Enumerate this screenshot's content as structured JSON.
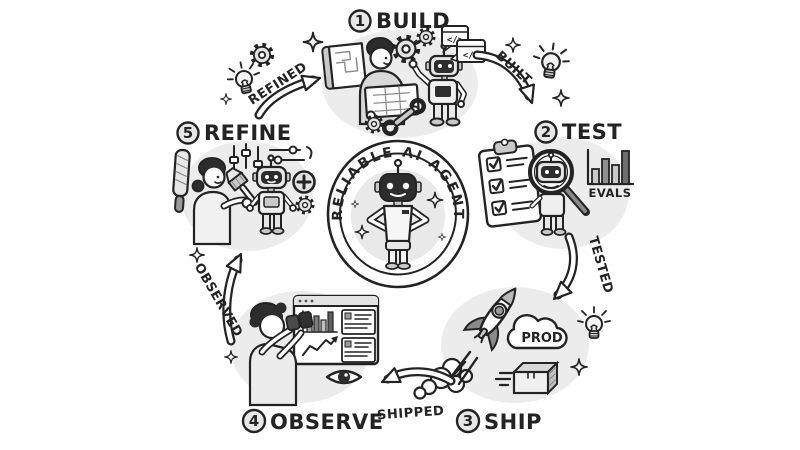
{
  "diagram": {
    "type": "cycle",
    "badge": {
      "title": "RELIABLE AI AGENT"
    },
    "stages": [
      {
        "number": "1",
        "label": "BUILD"
      },
      {
        "number": "2",
        "label": "TEST"
      },
      {
        "number": "3",
        "label": "SHIP"
      },
      {
        "number": "4",
        "label": "OBSERVE"
      },
      {
        "number": "5",
        "label": "REFINE"
      }
    ],
    "transitions": [
      {
        "label": "BUILT",
        "from": "BUILD",
        "to": "TEST"
      },
      {
        "label": "TESTED",
        "from": "TEST",
        "to": "SHIP"
      },
      {
        "label": "SHIPPED",
        "from": "SHIP",
        "to": "OBSERVE"
      },
      {
        "label": "OBSERVED",
        "from": "OBSERVE",
        "to": "REFINE"
      },
      {
        "label": "REFINED",
        "from": "REFINE",
        "to": "BUILD"
      }
    ],
    "annotations": {
      "evals_label": "EVALS",
      "prod_label": "PROD",
      "code_glyph": "</>"
    },
    "icons": [
      "gear-icon",
      "lightbulb-icon",
      "sparkle-icon",
      "wrench-icon",
      "blueprint-icon",
      "code-window-icon",
      "robot-icon",
      "clipboard-checklist-icon",
      "magnifier-icon",
      "bar-chart-icon",
      "rocket-icon",
      "prod-cloud-icon",
      "package-box-icon",
      "eye-icon",
      "binoculars-icon",
      "dashboard-window-icon",
      "sliders-icon",
      "plus-circle-icon",
      "file-tool-icon"
    ],
    "colors": {
      "ink": "#232323",
      "background": "#ffffff",
      "scene_blob": "#ececec",
      "badge_inner": "#e9e9e9",
      "dark_fill": "#2d2d2d",
      "light_fill": "#e7e7e7"
    }
  }
}
